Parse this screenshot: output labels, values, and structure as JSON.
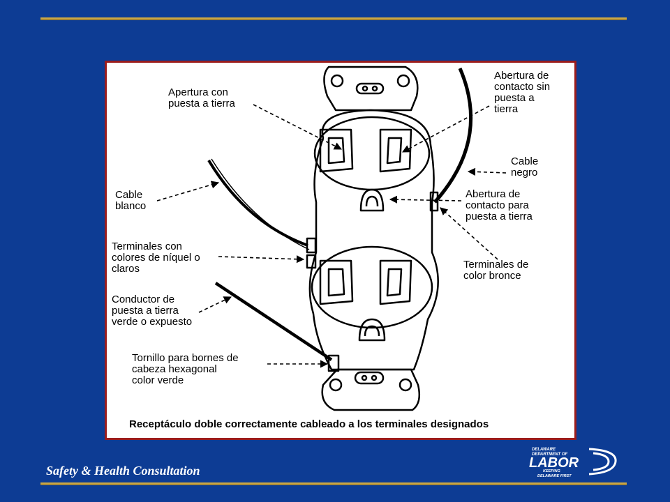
{
  "diagram": {
    "labels": {
      "grounding_opening": "Apertura con\npuesta a tierra",
      "no_ground_opening": "Abertura de\ncontacto sin\npuesta a\ntierra",
      "black_cable": "Cable\nnegro",
      "white_cable": "Cable\nblanco",
      "ground_contact_opening": "Abertura de\ncontacto para\npuesta a tierra",
      "nickel_terminals": "Terminales con\ncolores de níquel o\nclaros",
      "brass_terminals": "Terminales de\ncolor bronce",
      "ground_conductor": "Conductor de\npuesta a tierra\nverde o expuesto",
      "hex_screw": "Tornillo para bornes de\ncabeza hexagonal\ncolor verde"
    },
    "caption": "Receptáculo doble correctamente cableado a los terminales designados"
  },
  "footer": {
    "text": "Safety & Health Consultation"
  },
  "logo": {
    "line1": "DELAWARE",
    "line2": "DEPARTMENT OF",
    "line3": "LABOR",
    "line4": "KEEPING",
    "line5": "DELAWARE FIRST"
  }
}
